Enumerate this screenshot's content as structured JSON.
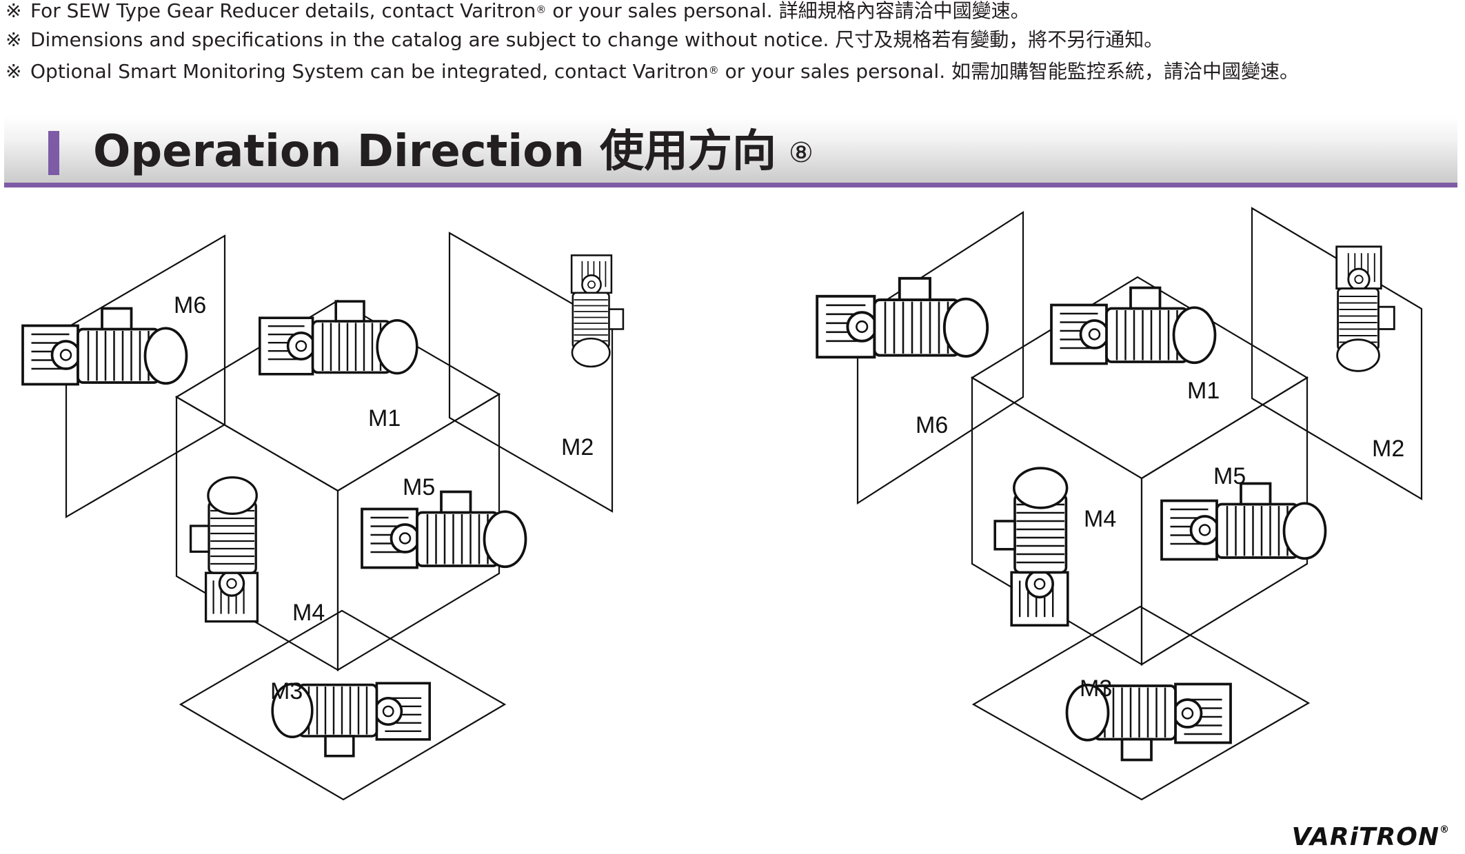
{
  "notes": [
    {
      "mark": "※",
      "text": "For SEW Type Gear Reducer details, contact Varitron",
      "reg": "®",
      "tail": " or your sales personal.  詳細規格內容請洽中國變速。"
    },
    {
      "mark": "※",
      "text": "Dimensions and specifications in the catalog are subject to change without notice.  尺寸及規格若有變動，將不另行通知。",
      "reg": "",
      "tail": ""
    },
    {
      "mark": "※",
      "text": "Optional Smart Monitoring System can be integrated, contact Varitron",
      "reg": "®",
      "tail": " or your sales personal.  如需加購智能監控系統，請洽中國變速。"
    }
  ],
  "header": {
    "title": "Operation Direction  使用方向",
    "number": "⑧",
    "accent": "#7d5ba6"
  },
  "diagram_left": {
    "labels": {
      "m1": "M1",
      "m2": "M2",
      "m3": "M3",
      "m4": "M4",
      "m5": "M5",
      "m6": "M6"
    }
  },
  "diagram_right": {
    "labels": {
      "m1": "M1",
      "m2": "M2",
      "m3": "M3",
      "m4": "M4",
      "m5": "M5",
      "m6": "M6"
    }
  },
  "logo": {
    "text": "VARiTRON",
    "reg": "®"
  }
}
